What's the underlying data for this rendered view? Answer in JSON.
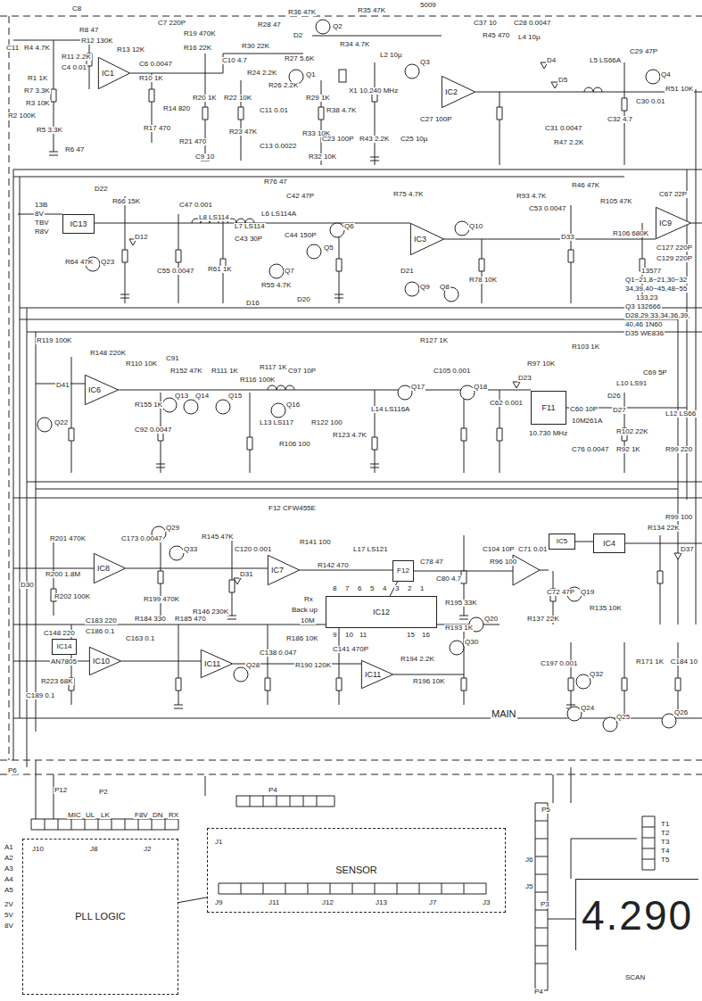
{
  "diagram": {
    "nodes": [
      {
        "text": [
          "IC1"
        ]
      },
      {
        "text": [
          "IC2"
        ]
      },
      {
        "text": [
          "IC13"
        ]
      },
      {
        "text": [
          "IC3"
        ]
      },
      {
        "text": [
          "IC9"
        ]
      },
      {
        "text": [
          "IC6"
        ]
      },
      {
        "text": [
          "F11"
        ]
      },
      {
        "text": [
          "IC8"
        ]
      },
      {
        "text": [
          "IC7"
        ]
      },
      {
        "text": [
          "F12"
        ]
      },
      {
        "text": [
          "IC12"
        ]
      },
      {
        "text": [
          "IC5"
        ]
      },
      {
        "text": [
          "IC4"
        ]
      },
      {
        "text": [
          "IC14"
        ]
      },
      {
        "text": [
          "IC10"
        ]
      },
      {
        "text": [
          "IC11"
        ]
      },
      {
        "text": [
          "IC11"
        ]
      },
      {
        "text": [
          "PLL LOGIC"
        ]
      },
      {
        "text": [
          "SENSOR"
        ]
      },
      {
        "text": [
          "4.290"
        ]
      }
    ],
    "edges": [
      {
        "from": 17,
        "to": 18,
        "arrow": "none"
      },
      {
        "from": 9,
        "to": 10,
        "arrow": "none"
      }
    ],
    "labels": [
      "5009",
      "C11",
      "R4 4.7K",
      "C8",
      "R8 47",
      "R12 130K",
      "R13 12K",
      "R11 2.2K",
      "C4 0.01",
      "R1 1K",
      "R7 3.3K",
      "R3 10K",
      "R2 100K",
      "R5 3.3K",
      "R6 47",
      "C6 0.0047",
      "R10 1K",
      "C7 220P",
      "R19 470K",
      "R16 22K",
      "R14 820",
      "R20 1K",
      "R17 470",
      "R21 470",
      "C9 10",
      "C10 4.7",
      "R30 22K",
      "R24 2.2K",
      "R27 5.6K",
      "R26 2.2K",
      "Q1",
      "R29 1K",
      "R22 10K",
      "C11 0.01",
      "R23 47K",
      "C13 0.0022",
      "R33 10K",
      "R32 10K",
      "R28 47",
      "R36 47K",
      "D2",
      "Q2",
      "R35 47K",
      "R34 4.7K",
      "Q3",
      "L2 10µ",
      "X1 10.240 MHz",
      "R38 4.7K",
      "C23 100P",
      "R43 2.2K",
      "C25 10µ",
      "C27 100P",
      "C37 10",
      "R45 470",
      "C28 0.0047",
      "L4 10µ",
      "D4",
      "D5",
      "L5 LS66A",
      "C29 47P",
      "Q4",
      "R51 10K",
      "C30 0.01",
      "C31 0.0047",
      "R47 2.2K",
      "C32 4.7",
      "13B",
      "8V",
      "TBV",
      "R8V",
      "D22",
      "R66 15K",
      "R64 47K",
      "Q23",
      "D12",
      "C47 0.001",
      "L8 LS114",
      "L7 LS114",
      "L6 LS114A",
      "R76 47",
      "C42 47P",
      "C43 30P",
      "C44 150P",
      "Q5",
      "Q6",
      "C55 0.0047",
      "R61 1K",
      "Q7",
      "R55 4.7K",
      "D20",
      "D16",
      "R75 4.7K",
      "D21",
      "Q9",
      "Q8",
      "Q10",
      "R78 10K",
      "R93 4.7K",
      "C53 0.0047",
      "D33",
      "R46 47K",
      "R105 47K",
      "R106 680K",
      "C67 22P",
      "C127 220P",
      "C129 220P",
      "13577",
      "Q1~21,8~21,30~32",
      "34,39,40~45,48~55",
      "133,23",
      "Q3 132666",
      "D28,29,33,34,36,39,",
      "40,46 1N60",
      "D35 WE836",
      "R119 100K",
      "R148 220K",
      "R110 10K",
      "C91",
      "R152 47K",
      "D41",
      "Q22",
      "R155 1K",
      "C92 0.0047",
      "Q13",
      "Q14",
      "R111 1K",
      "Q15",
      "R116 100K",
      "R117 1K",
      "C97 10P",
      "Q16",
      "L13 LS117",
      "R122 100",
      "R123 4.7K",
      "R106 100",
      "L14 LS116A",
      "Q17",
      "C105 0.001",
      "Q18",
      "R127 1K",
      "C62 0.001",
      "D23",
      "R97 10K",
      "R103 1K",
      "C60 10P",
      "10.730 MHz",
      "10M261A",
      "C76 0.0047",
      "D26",
      "C69 5P",
      "L10 LS91",
      "D27",
      "R102 22K",
      "R92 1K",
      "L12 LS66",
      "R99 220",
      "F12 CFW455E",
      "R201 470K",
      "C173 0.0047",
      "D30",
      "R200 1.8M",
      "R202 100K",
      "R199 470K",
      "R146 230K",
      "Q29",
      "Q33",
      "R145 47K",
      "C120 0.001",
      "R141 100",
      "R142 470",
      "L17 LS121",
      "D31",
      "C78 47",
      "C80 4.7",
      "8",
      "7",
      "6",
      "5",
      "4",
      "3",
      "2",
      "1",
      "9",
      "10",
      "11",
      "15",
      "16",
      "Rx",
      "Back up",
      "10M",
      "R195 33K",
      "R193 1K",
      "Q30",
      "C104 10P",
      "R96 100",
      "C71 0.01",
      "R134 22K",
      "R99 100",
      "D37",
      "Q19",
      "R135 10K",
      "Q20",
      "R137 22K",
      "C72 47P",
      "C197 0.001",
      "C183 220",
      "C186 0.1",
      "C148 220",
      "AN7805",
      "R223 68K",
      "C189 0.1",
      "R184 330",
      "R185 470",
      "C163 0.1",
      "Q28",
      "R186 10K",
      "C138 0.047",
      "R190 120K",
      "C141 470P",
      "R194 2.2K",
      "R196 10K",
      "MAIN",
      "Q32",
      "Q24",
      "Q25",
      "Q26",
      "R171 1K",
      "C184 10",
      "P6",
      "P12",
      "P2",
      "P4",
      "P5",
      "MIC",
      "UL",
      "LK",
      "F8V",
      "DN",
      "RX",
      "J10",
      "J8",
      "J2",
      "J1",
      "J9",
      "J11",
      "J12",
      "J13",
      "J7",
      "J3",
      "A1",
      "A2",
      "A3",
      "A4",
      "A5",
      "2V",
      "5V",
      "8V",
      "J6",
      "J5",
      "P3",
      "T1",
      "T2",
      "T3",
      "T4",
      "T5",
      "SCAN",
      "P4"
    ]
  }
}
